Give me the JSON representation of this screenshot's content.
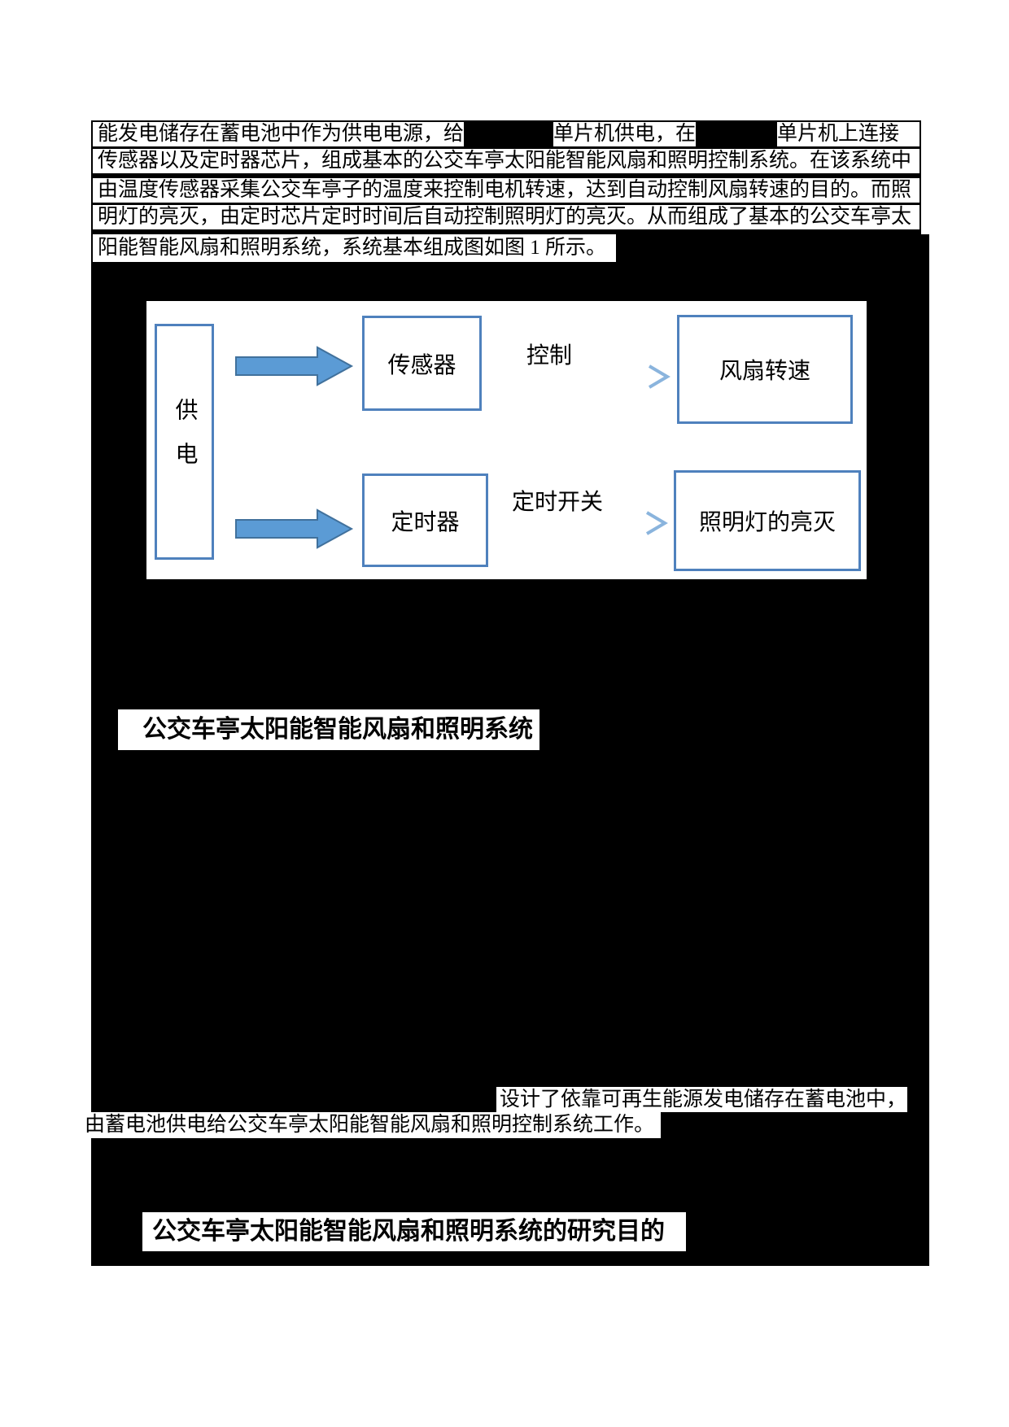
{
  "paragraph": {
    "line1_part1": "能发电储存在蓄电池中作为供电电源，给",
    "line1_part2": "单片机供电，在",
    "line1_part3": "单片机上连接",
    "line2": "传感器以及定时器芯片，组成基本的公交车亭太阳能智能风扇和照明控制系统。在该系统中",
    "line3": "由温度传感器采集公交车亭子的温度来控制电机转速，达到自动控制风扇转速的目的。而照",
    "line4": "明灯的亮灭，由定时芯片定时时间后自动控制照明灯的亮灭。从而组成了基本的公交车亭太",
    "line5": "阳能智能风扇和照明系统，系统基本组成图如图 1 所示。"
  },
  "diagram": {
    "power_label": "供电",
    "sensor_label": "传感器",
    "timer_label": "定时器",
    "fan_label": "风扇转速",
    "light_label": "照明灯的亮灭",
    "control_label": "控制",
    "timer_switch_label": "定时开关",
    "box_border_color": "#4f81bd",
    "block_arrow_fill": "#5b9bd5",
    "block_arrow_stroke": "#41719c",
    "thin_arrow_color": "#9dc3e6"
  },
  "heading1": "公交车亭太阳能智能风扇和照明系统",
  "snippet_line1": "设计了依靠可再生能源发电储存在蓄电池中，",
  "snippet_line2": "由蓄电池供电给公交车亭太阳能智能风扇和照明控制系统工作。",
  "heading2": "公交车亭太阳能智能风扇和照明系统的研究目的"
}
